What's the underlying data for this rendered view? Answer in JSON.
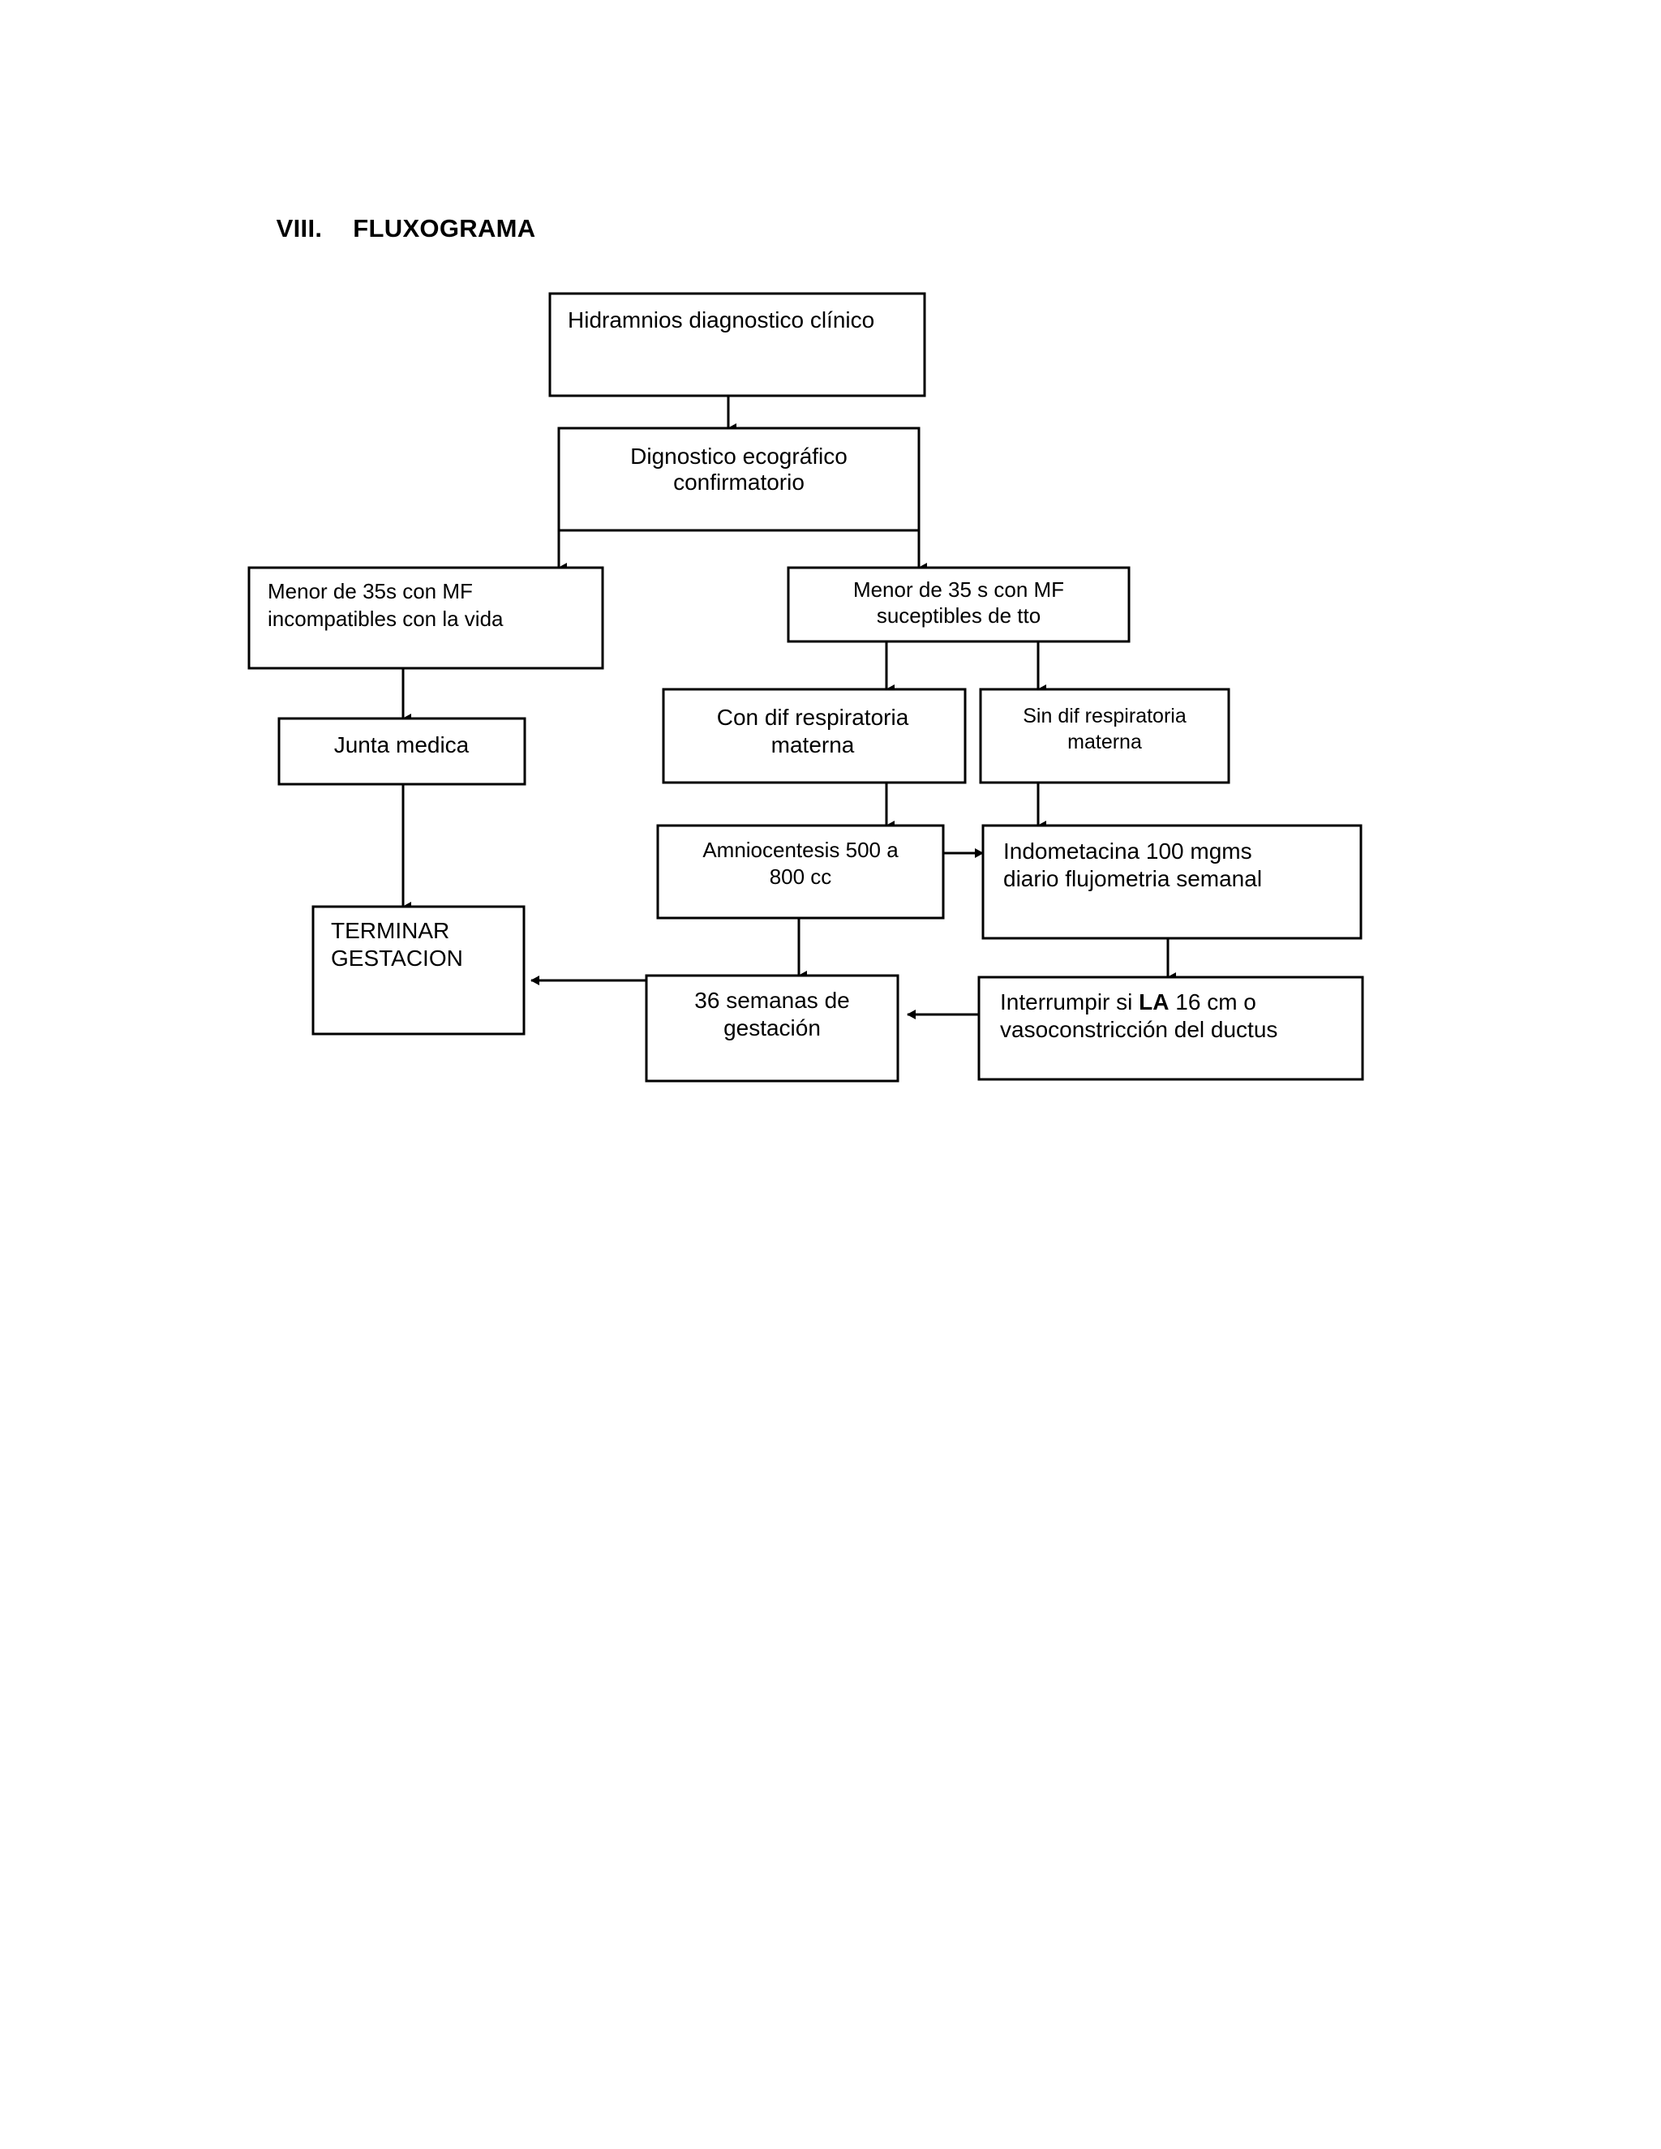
{
  "document": {
    "heading_number": "VIII.",
    "heading_text": "FLUXOGRAMA"
  },
  "flowchart": {
    "title": "Fluxograma - Hidramnios",
    "stroke_color": "#000000",
    "fill_color": "#ffffff",
    "nodes": [
      {
        "id": "n1",
        "label": "Hidramnios diagnostico clínico",
        "lines": [
          "Hidramnios diagnostico clínico"
        ],
        "align": "left"
      },
      {
        "id": "n2",
        "label": "Dignostico ecográfico confirmatorio",
        "lines": [
          "Dignostico ecográfico",
          "confirmatorio"
        ],
        "align": "center"
      },
      {
        "id": "n3",
        "label": "Menor de 35s con MF incompatibles con la vida",
        "lines": [
          "Menor de 35s con MF",
          "incompatibles con la vida"
        ],
        "align": "left"
      },
      {
        "id": "n4",
        "label": "Menor de 35 s con MF suceptibles de tto",
        "lines": [
          "Menor de 35 s  con MF",
          "suceptibles de tto"
        ],
        "align": "center"
      },
      {
        "id": "n5",
        "label": "Junta medica",
        "lines": [
          "Junta medica"
        ],
        "align": "center"
      },
      {
        "id": "n6",
        "label": "Con dif respiratoria materna",
        "lines": [
          "Con dif respiratoria",
          "materna"
        ],
        "align": "center"
      },
      {
        "id": "n7",
        "label": "Sin dif respiratoria materna",
        "lines": [
          "Sin dif respiratoria",
          "materna"
        ],
        "align": "center"
      },
      {
        "id": "n8",
        "label": "Amniocentesis 500 a 800 cc",
        "lines": [
          "Amniocentesis 500 a",
          "800 cc"
        ],
        "align": "center"
      },
      {
        "id": "n9",
        "label": "Indometacina 100 mgms diario flujometria semanal",
        "lines": [
          "Indometacina 100 mgms",
          "diario flujometria semanal"
        ],
        "align": "left"
      },
      {
        "id": "n10",
        "label": "TERMINAR GESTACION",
        "lines": [
          "TERMINAR",
          "GESTACION"
        ],
        "align": "left"
      },
      {
        "id": "n11",
        "label": "36 semanas de gestación",
        "lines": [
          "36 semanas  de",
          "gestación"
        ],
        "align": "center"
      },
      {
        "id": "n12",
        "label": "Interrumpir si LA 16 cm o vasoconstricción del ductus",
        "lines": [
          "Interrumpir si  LA 16 cm  o",
          "vasoconstricción del ductus"
        ],
        "align": "left",
        "bold_fragment": "LA"
      }
    ],
    "edges": [
      {
        "from": "n1",
        "to": "n2",
        "type": "vertical-arrow"
      },
      {
        "from": "n2",
        "to": "n3",
        "type": "branch-left-arrow"
      },
      {
        "from": "n2",
        "to": "n4",
        "type": "branch-right-arrow"
      },
      {
        "from": "n3",
        "to": "n5",
        "type": "vertical-arrow"
      },
      {
        "from": "n5",
        "to": "n10",
        "type": "vertical-arrow"
      },
      {
        "from": "n4",
        "to": "n6",
        "type": "vertical-arrow"
      },
      {
        "from": "n4",
        "to": "n7",
        "type": "vertical-arrow"
      },
      {
        "from": "n6",
        "to": "n8",
        "type": "vertical-arrow"
      },
      {
        "from": "n7",
        "to": "n9",
        "type": "vertical-arrow"
      },
      {
        "from": "n8",
        "to": "n9",
        "type": "horizontal-arrow-right"
      },
      {
        "from": "n8",
        "to": "n11",
        "type": "vertical-arrow"
      },
      {
        "from": "n9",
        "to": "n12",
        "type": "vertical-arrow"
      },
      {
        "from": "n12",
        "to": "n11",
        "type": "horizontal-arrow-left"
      },
      {
        "from": "n11",
        "to": "n10",
        "type": "horizontal-arrow-left"
      }
    ]
  },
  "node_text": {
    "n1_l1": "Hidramnios diagnostico clínico",
    "n2_l1": "Dignostico ecográfico",
    "n2_l2": "confirmatorio",
    "n3_l1": "Menor de 35s con MF",
    "n3_l2": "incompatibles con la vida",
    "n4_l1": "Menor de 35 s  con MF",
    "n4_l2": "suceptibles de tto",
    "n5_l1": "Junta medica",
    "n6_l1": "Con dif respiratoria",
    "n6_l2": "materna",
    "n7_l1": "Sin dif respiratoria",
    "n7_l2": "materna",
    "n8_l1": "Amniocentesis 500 a",
    "n8_l2": "800 cc",
    "n9_l1": "Indometacina 100 mgms",
    "n9_l2": "diario flujometria semanal",
    "n10_l1": "TERMINAR",
    "n10_l2": "GESTACION",
    "n11_l1": "36 semanas  de",
    "n11_l2": "gestación",
    "n12_l1a": "Interrumpir si ",
    "n12_l1b": "LA",
    "n12_l1c": " 16 cm  o",
    "n12_l2": "vasoconstricción del ductus"
  }
}
